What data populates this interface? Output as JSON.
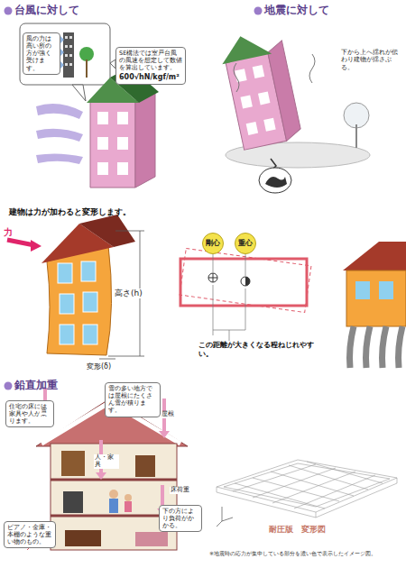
{
  "diagram": {
    "nodes": [
      {
        "text": [
          "風の力は高い所の方が強く受けます。"
        ]
      },
      {
        "text": [
          "SE構法では室戸台風の風速を想定して数値を算出しています。",
          "600√hN/kgf/m²"
        ]
      },
      {
        "text": [
          "剛心"
        ]
      },
      {
        "text": [
          "重心"
        ]
      },
      {
        "text": [
          "住宅の床には家具や人が乗ります。"
        ]
      },
      {
        "text": [
          "雪の多い地方では屋根にたくさん雪が積ります。"
        ]
      },
      {
        "text": [
          "下の方により負荷がかかる。"
        ]
      },
      {
        "text": [
          "ピアノ・金庫・本棚のような重い物のもの。"
        ]
      }
    ],
    "labels": [
      "台風に対して",
      "地震に対して",
      "下から上へ揺れが伝わり建物が揺さぶる。",
      "建物は力が加わると変形します。",
      "力",
      "高さ(h)",
      "変形(δ)",
      "この距離が大きくなる程ねじれやすい。",
      "鉛直加重",
      "雪",
      "屋根",
      "人・家具",
      "床荷重",
      "耐圧版　変形図",
      "※地震時の応力が集中している部分を濃い色で表示したイメージ図。"
    ]
  }
}
